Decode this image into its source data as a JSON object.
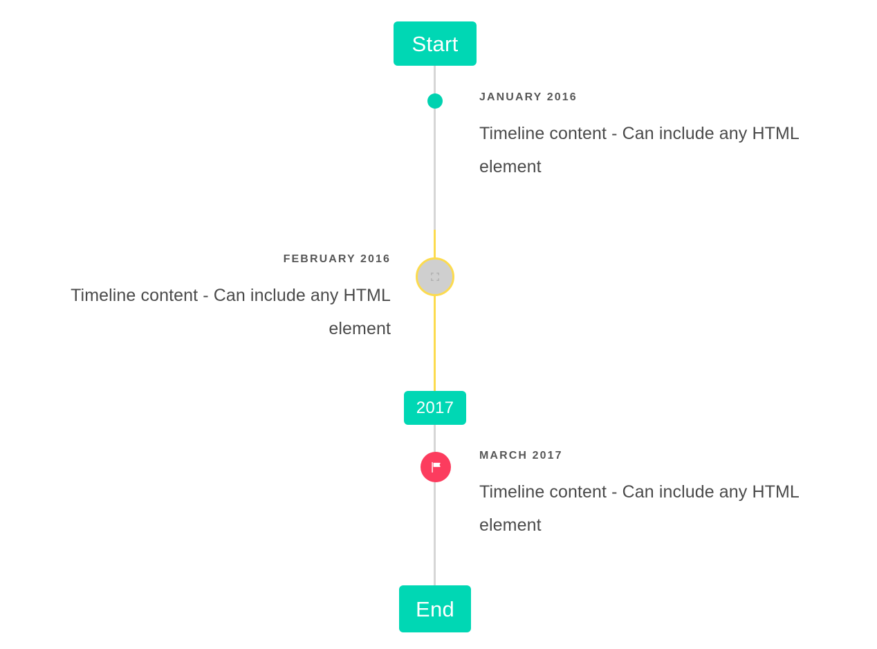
{
  "timeline": {
    "start_label": "Start",
    "year_label": "2017",
    "end_label": "End",
    "colors": {
      "accent_teal": "#00d7b4",
      "dot_green": "#00d2b0",
      "rail_gray": "#d6d6d6",
      "rail_yellow": "#fcdb4e",
      "marker_gray": "#cfcfcf",
      "flag_pink": "#fc3c5e",
      "date_text": "#565656",
      "body_text": "#4a4a4a",
      "background": "#ffffff"
    },
    "entries": [
      {
        "date": "JANUARY 2016",
        "body": "Timeline content - Can include any HTML element",
        "side": "right",
        "marker": "dot"
      },
      {
        "date": "FEBRUARY 2016",
        "body": "Timeline content - Can include any HTML element",
        "side": "left",
        "marker": "broken-image"
      },
      {
        "date": "MARCH 2017",
        "body": "Timeline content - Can include any HTML element",
        "side": "right",
        "marker": "flag"
      }
    ]
  }
}
